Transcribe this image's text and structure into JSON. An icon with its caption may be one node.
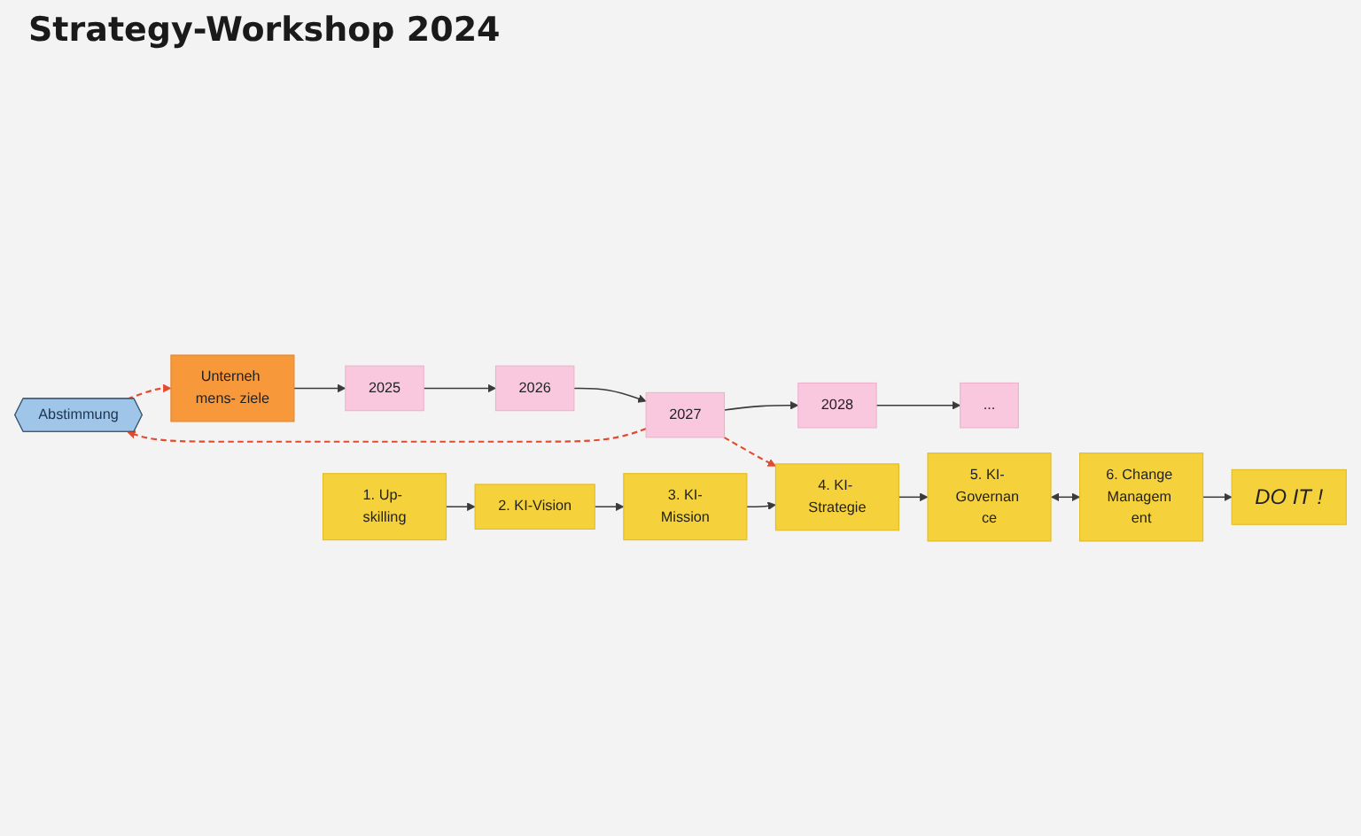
{
  "diagram": {
    "title": "Strategy-Workshop 2024",
    "nodes": [
      {
        "text": [
          "Abstimmung"
        ]
      },
      {
        "text": [
          "Unterneh mens- ziele"
        ]
      },
      {
        "text": [
          "2025"
        ]
      },
      {
        "text": [
          "2026"
        ]
      },
      {
        "text": [
          "2027"
        ]
      },
      {
        "text": [
          "2028"
        ]
      },
      {
        "text": [
          "..."
        ]
      },
      {
        "text": [
          "1. Up- skilling"
        ]
      },
      {
        "text": [
          "2. KI-Vision"
        ]
      },
      {
        "text": [
          "3. KI-Mission"
        ]
      },
      {
        "text": [
          "4. KI- Strategie"
        ]
      },
      {
        "text": [
          "5. KI- Governan ce"
        ]
      },
      {
        "text": [
          "6. Change Managem ent"
        ]
      },
      {
        "text": [
          "DO IT !"
        ]
      }
    ],
    "edges": [
      {
        "from": 0,
        "to": 1,
        "arrow": "to",
        "style": "dashed",
        "color": "#e34b2e"
      },
      {
        "from": 4,
        "to": 0,
        "arrow": "to",
        "style": "dashed",
        "color": "#e34b2e"
      },
      {
        "from": 1,
        "to": 2,
        "arrow": "to"
      },
      {
        "from": 2,
        "to": 3,
        "arrow": "to"
      },
      {
        "from": 3,
        "to": 4,
        "arrow": "to"
      },
      {
        "from": 4,
        "to": 5,
        "arrow": "to"
      },
      {
        "from": 5,
        "to": 6,
        "arrow": "to"
      },
      {
        "from": 4,
        "to": 10,
        "arrow": "to",
        "style": "dashed",
        "color": "#e34b2e"
      },
      {
        "from": 7,
        "to": 8,
        "arrow": "to"
      },
      {
        "from": 8,
        "to": 9,
        "arrow": "to"
      },
      {
        "from": 9,
        "to": 10,
        "arrow": "to"
      },
      {
        "from": 10,
        "to": 11,
        "arrow": "to"
      },
      {
        "from": 11,
        "to": 12,
        "arrow": "both"
      },
      {
        "from": 12,
        "to": 13,
        "arrow": "to"
      }
    ]
  }
}
